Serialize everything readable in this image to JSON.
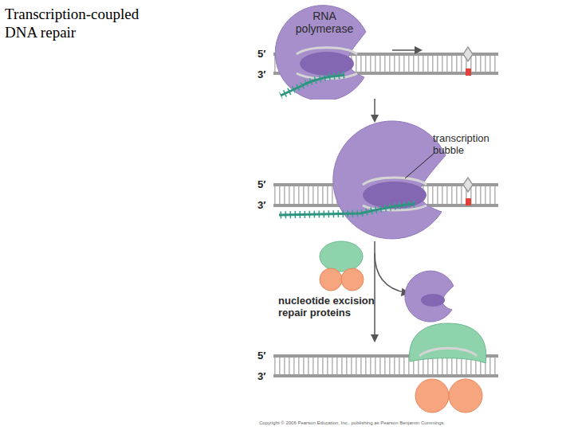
{
  "diagram": {
    "title": "Transcription-coupled DNA repair",
    "nodes": [
      {
        "text": [
          "RNA polymerase"
        ]
      }
    ],
    "labels": [
      "5′",
      "3′",
      "transcription bubble",
      "5′",
      "3′",
      "nucleotide excision repair proteins",
      "5′",
      "3′",
      "Copyright © 2006 Pearson Education, Inc., publishing as Pearson Benjamin Cummings."
    ]
  }
}
